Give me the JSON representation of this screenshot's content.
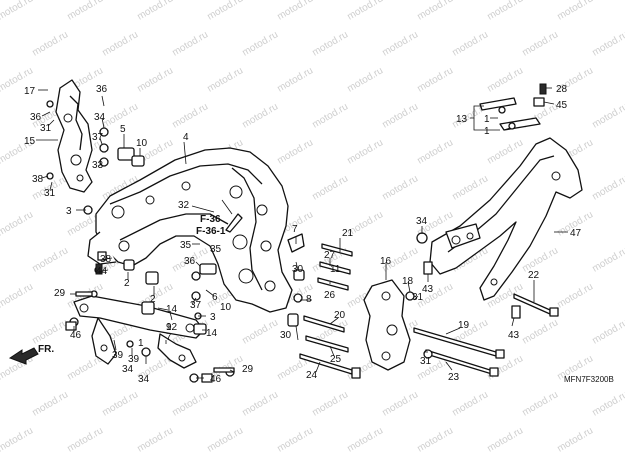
{
  "diagram_code": "MFN7F3200B",
  "front_label": "FR.",
  "watermark": "motod.ru",
  "ref_labels": [
    "F-36",
    "F-36-1"
  ],
  "callouts": [
    {
      "id": "c17",
      "text": "17"
    },
    {
      "id": "c36a",
      "text": "36"
    },
    {
      "id": "c31a",
      "text": "31"
    },
    {
      "id": "c15",
      "text": "15"
    },
    {
      "id": "c38a",
      "text": "38"
    },
    {
      "id": "c31b",
      "text": "31"
    },
    {
      "id": "c36b",
      "text": "36"
    },
    {
      "id": "c34a",
      "text": "34"
    },
    {
      "id": "c37a",
      "text": "37"
    },
    {
      "id": "c33",
      "text": "33"
    },
    {
      "id": "c5",
      "text": "5"
    },
    {
      "id": "c10a",
      "text": "10"
    },
    {
      "id": "c4",
      "text": "4"
    },
    {
      "id": "c3a",
      "text": "3"
    },
    {
      "id": "c32",
      "text": "32"
    },
    {
      "id": "c35a",
      "text": "35"
    },
    {
      "id": "c36c",
      "text": "36"
    },
    {
      "id": "c38b",
      "text": "38"
    },
    {
      "id": "c44",
      "text": "44"
    },
    {
      "id": "c2a",
      "text": "2"
    },
    {
      "id": "c35b",
      "text": "35"
    },
    {
      "id": "c37b",
      "text": "37"
    },
    {
      "id": "c6",
      "text": "6"
    },
    {
      "id": "c10b",
      "text": "10"
    },
    {
      "id": "c3b",
      "text": "3"
    },
    {
      "id": "c29a",
      "text": "29"
    },
    {
      "id": "c2b",
      "text": "2"
    },
    {
      "id": "c14a",
      "text": "14"
    },
    {
      "id": "c12",
      "text": "12"
    },
    {
      "id": "c46a",
      "text": "46"
    },
    {
      "id": "c39a",
      "text": "39"
    },
    {
      "id": "c7",
      "text": "7"
    },
    {
      "id": "c1a",
      "text": "1"
    },
    {
      "id": "c34b",
      "text": "34"
    },
    {
      "id": "c39b",
      "text": "39"
    },
    {
      "id": "c9",
      "text": "9"
    },
    {
      "id": "c14b",
      "text": "14"
    },
    {
      "id": "c34c",
      "text": "34"
    },
    {
      "id": "c46b",
      "text": "46"
    },
    {
      "id": "c29b",
      "text": "29"
    },
    {
      "id": "c7b",
      "text": "7"
    },
    {
      "id": "c21",
      "text": "21"
    },
    {
      "id": "c27",
      "text": "27"
    },
    {
      "id": "c11",
      "text": "11"
    },
    {
      "id": "c26",
      "text": "26"
    },
    {
      "id": "c30a",
      "text": "30"
    },
    {
      "id": "c8",
      "text": "8"
    },
    {
      "id": "c30b",
      "text": "30"
    },
    {
      "id": "c20",
      "text": "20"
    },
    {
      "id": "c25",
      "text": "25"
    },
    {
      "id": "c24",
      "text": "24"
    },
    {
      "id": "c16",
      "text": "16"
    },
    {
      "id": "c18",
      "text": "18"
    },
    {
      "id": "c31c",
      "text": "31"
    },
    {
      "id": "c31d",
      "text": "31"
    },
    {
      "id": "c19",
      "text": "19"
    },
    {
      "id": "c23",
      "text": "23"
    },
    {
      "id": "c34d",
      "text": "34"
    },
    {
      "id": "c43a",
      "text": "43"
    },
    {
      "id": "c43b",
      "text": "43"
    },
    {
      "id": "c22",
      "text": "22"
    },
    {
      "id": "c47",
      "text": "47"
    },
    {
      "id": "c13",
      "text": "13"
    },
    {
      "id": "c1b",
      "text": "1"
    },
    {
      "id": "c1c",
      "text": "1"
    },
    {
      "id": "c28",
      "text": "28"
    },
    {
      "id": "c45",
      "text": "45"
    }
  ]
}
